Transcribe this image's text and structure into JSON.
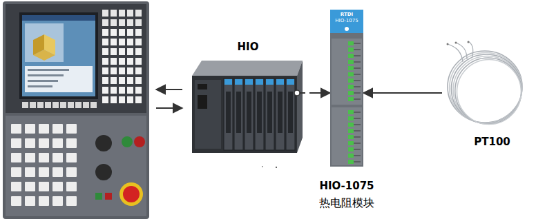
{
  "diagram": {
    "nodes": [
      {
        "text": [
          "HIO"
        ]
      },
      {
        "text": [
          "RTDI",
          "HIO-1075",
          "HIO-1075",
          "热电阻模块"
        ]
      },
      {
        "text": [
          "PT100"
        ]
      }
    ],
    "edges": [
      {
        "from": 0,
        "to": 1,
        "arrow": "to"
      },
      {
        "from": 2,
        "to": 1,
        "arrow": "to"
      }
    ]
  }
}
